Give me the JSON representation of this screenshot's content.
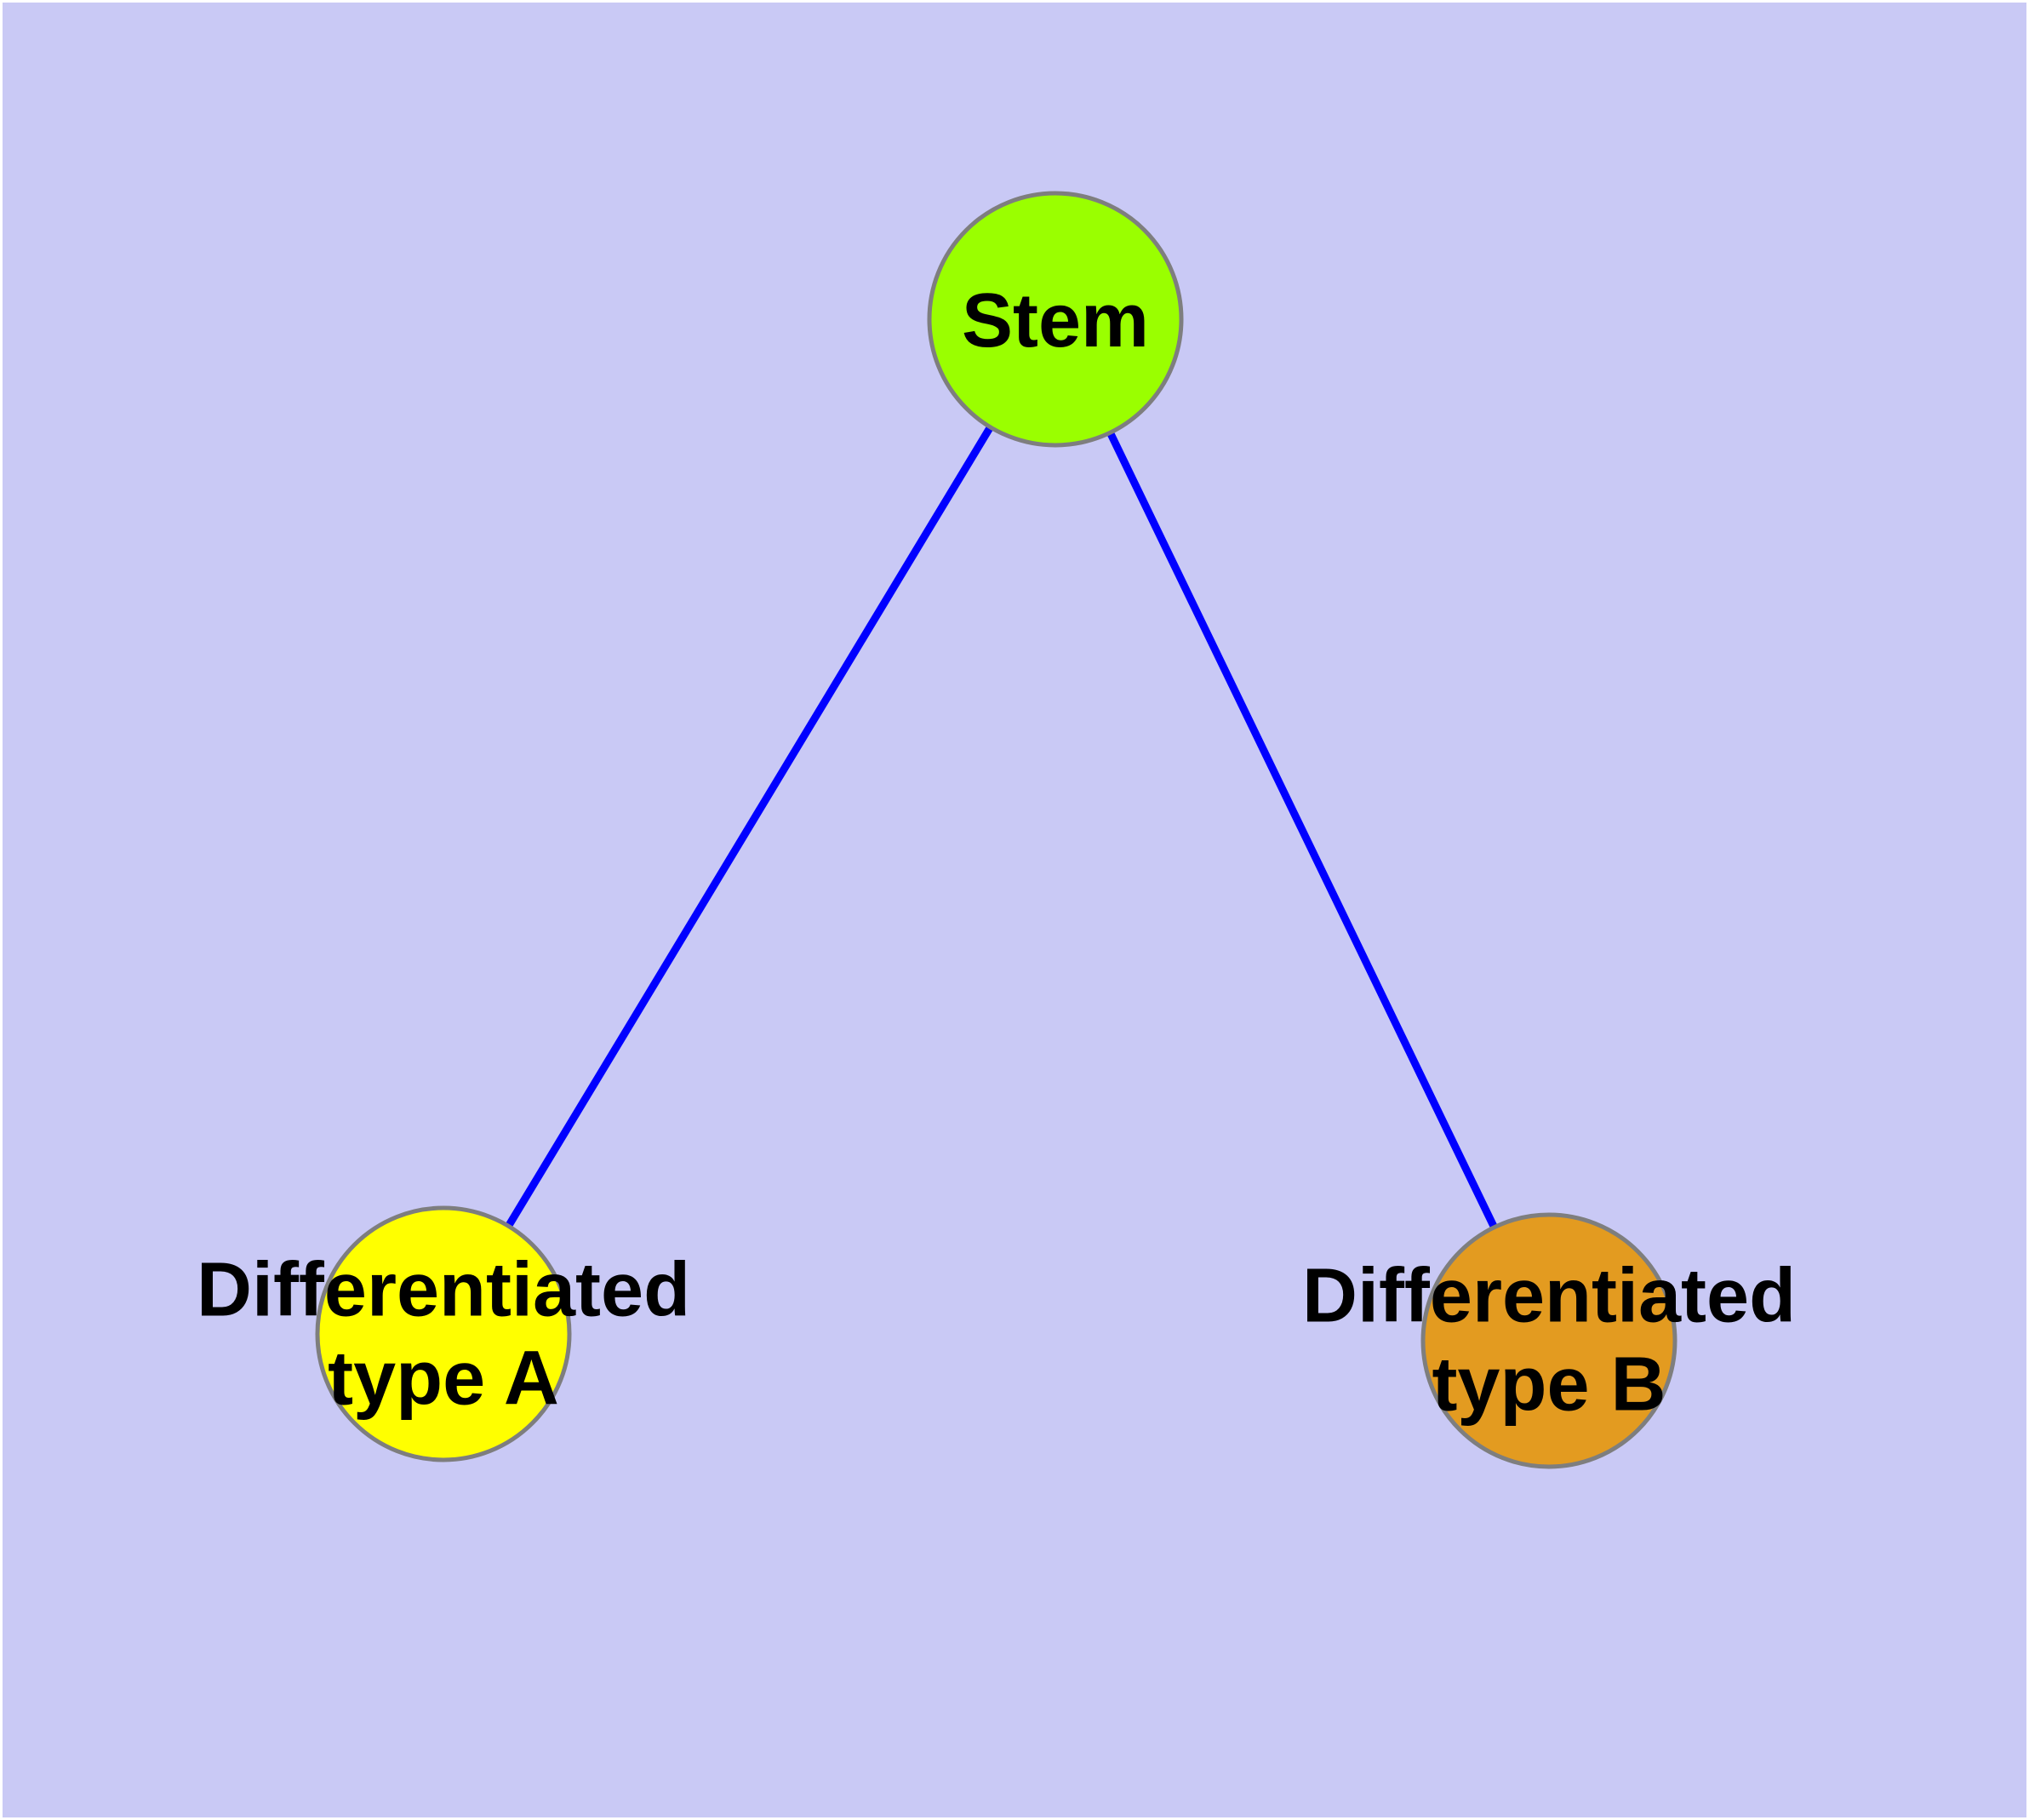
{
  "diagram": {
    "background_color": "#C9C9F5",
    "edge_color": "#0000FF",
    "node_border_color": "#7E7E7E",
    "nodes": [
      {
        "id": "stem",
        "label": "Stem",
        "fill": "#9AFF00"
      },
      {
        "id": "type-a",
        "label": "Differentiated\ntype A",
        "fill": "#FFFF00"
      },
      {
        "id": "type-b",
        "label": "Differentiated\ntype B",
        "fill": "#E39B20"
      }
    ],
    "edges": [
      {
        "from": "stem",
        "to": "type-a"
      },
      {
        "from": "stem",
        "to": "type-b"
      }
    ]
  }
}
